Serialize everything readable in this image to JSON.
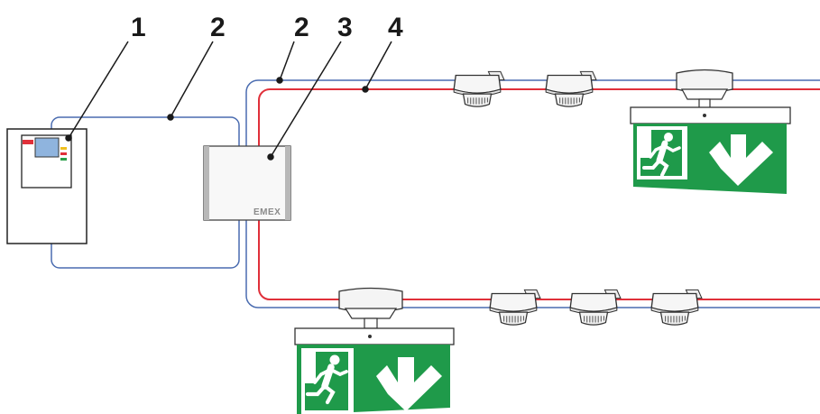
{
  "callouts": [
    "1",
    "2",
    "2",
    "3",
    "4"
  ],
  "module_brand": "EMEX",
  "colors": {
    "bus_blue": "#4a6cb0",
    "loop_red": "#e0303a",
    "exit_green": "#1f9a4a",
    "outline": "#222222",
    "module_gray": "#b8b8b8"
  },
  "icons": {
    "running_man": "running-man-icon",
    "arrow": "arrow-down-icon",
    "detector": "smoke-detector-icon"
  }
}
